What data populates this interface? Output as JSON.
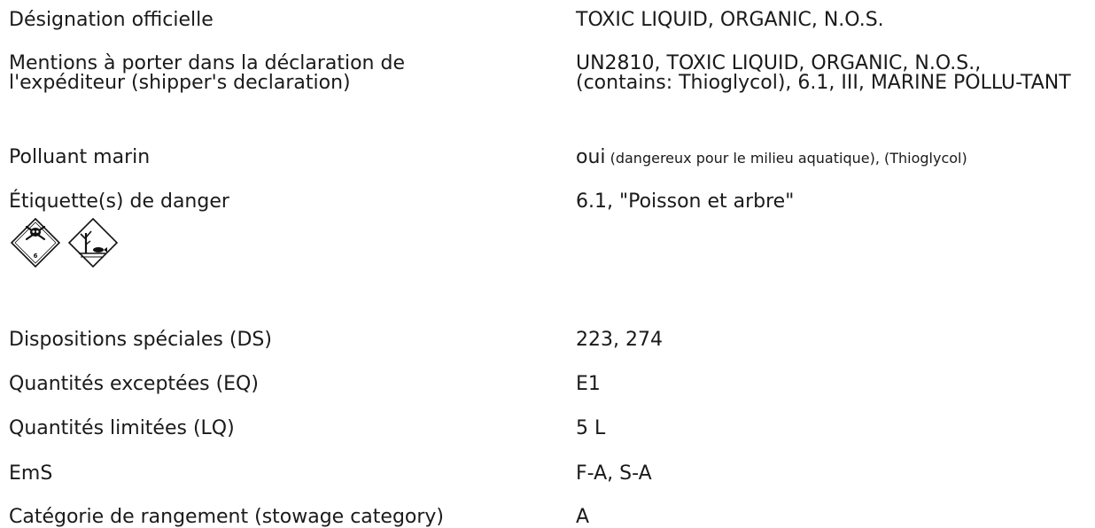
{
  "rows": [
    {
      "label": "Désignation officielle",
      "value": "TOXIC LIQUID, ORGANIC, N.O.S."
    },
    {
      "label": "Mentions à porter dans la déclaration de l'expéditeur (shipper's declaration)",
      "value": "UN2810, TOXIC LIQUID, ORGANIC, N.O.S., (contains: Thioglycol), 6.1, III, MARINE POLLU-TANT"
    },
    {
      "label": "Polluant marin",
      "value_main": "oui",
      "value_note": " (dangereux pour le milieu aquatique), (Thioglycol)"
    },
    {
      "label": "Étiquette(s) de danger",
      "value": "6.1, \"Poisson et arbre\""
    },
    {
      "label": "Dispositions spéciales (DS)",
      "value": "223, 274"
    },
    {
      "label": "Quantités exceptées (EQ)",
      "value": "E1"
    },
    {
      "label": "Quantités limitées (LQ)",
      "value": "5 L"
    },
    {
      "label": "EmS",
      "value": "F-A, S-A"
    },
    {
      "label": "Catégorie de rangement (stowage category)",
      "value": "A"
    }
  ],
  "pictograms": {
    "toxic_number": "6",
    "icons": [
      "skull-crossbones-icon",
      "environment-fish-tree-icon"
    ]
  }
}
